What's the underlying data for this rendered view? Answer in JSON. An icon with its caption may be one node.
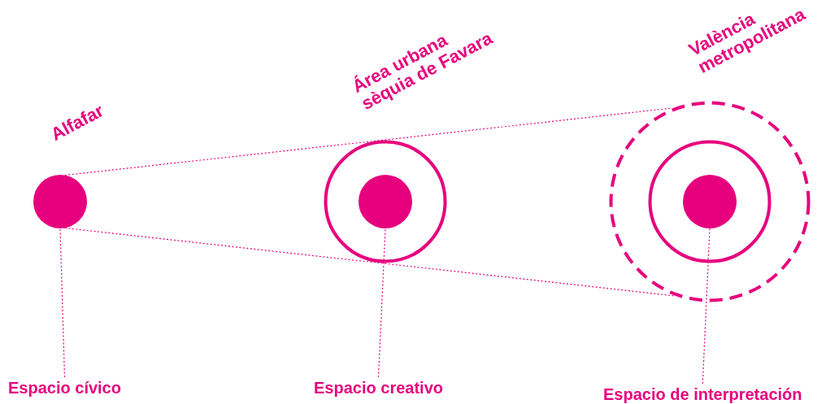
{
  "diagram": {
    "nodes": [
      {
        "text": [
          "Alfafar"
        ]
      },
      {
        "text": [
          "Área urbana sèquia de Favara"
        ]
      },
      {
        "text": [],
        "shape": "circle",
        "in": 1
      },
      {
        "text": [
          "València metropolitana"
        ]
      },
      {
        "text": [],
        "shape": "circle",
        "in": 3
      },
      {
        "text": [],
        "shape": "circle",
        "in": 4
      },
      {
        "text": [
          "Espacio cívico"
        ]
      },
      {
        "text": [
          "Espacio creativo"
        ]
      },
      {
        "text": [
          "Espacio de interpretación"
        ]
      }
    ],
    "edges": [
      {
        "from": 0,
        "to": 3,
        "arrow": "none",
        "style": "dashed"
      },
      {
        "from": 0,
        "to": 3,
        "arrow": "none",
        "style": "dashed"
      },
      {
        "from": 6,
        "to": 0,
        "arrow": "none",
        "style": "dashed"
      },
      {
        "from": 7,
        "to": 2,
        "arrow": "none",
        "style": "dashed"
      },
      {
        "from": 8,
        "to": 5,
        "arrow": "none",
        "style": "dashed"
      }
    ]
  }
}
